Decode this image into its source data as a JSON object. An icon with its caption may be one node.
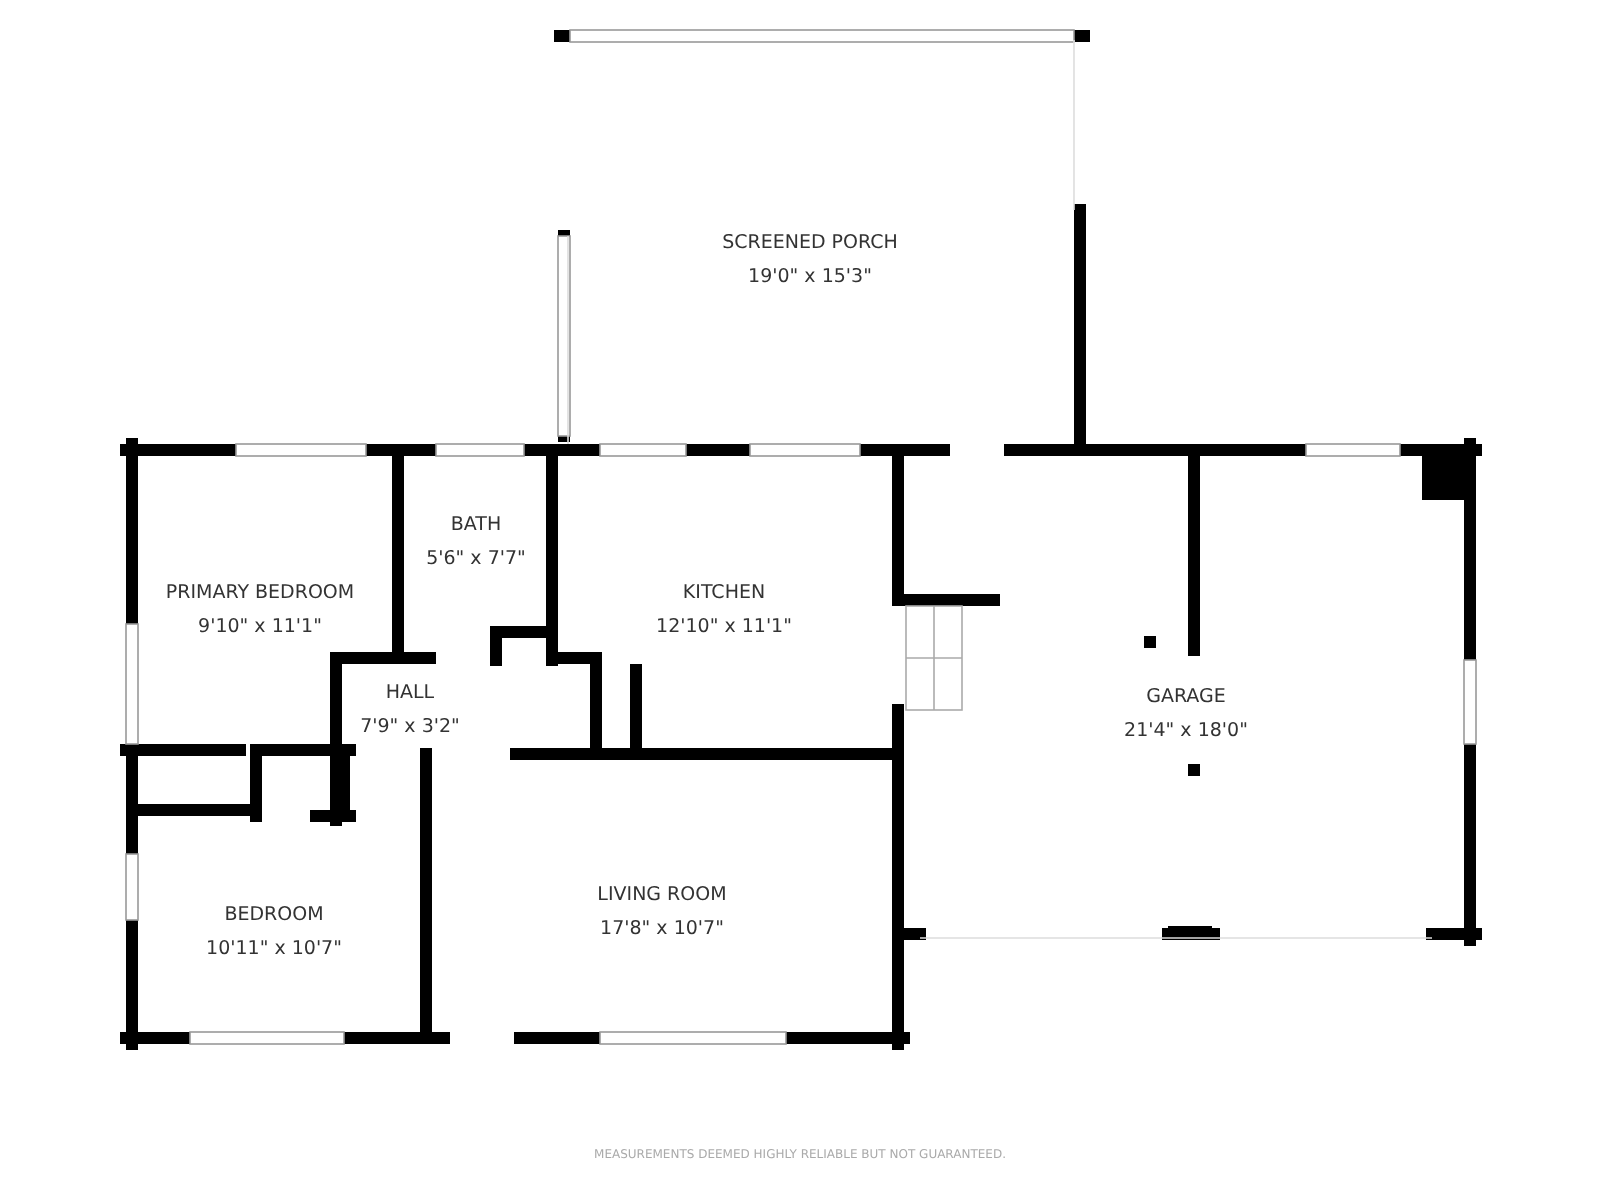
{
  "diagram": {
    "nodes": [
      {
        "text": [
          "SCREENED PORCH",
          "19'0\" x 15'3\""
        ]
      },
      {
        "text": [
          "PRIMARY BEDROOM",
          "9'10\" x 11'1\""
        ]
      },
      {
        "text": [
          "BATH",
          "5'6\" x 7'7\""
        ]
      },
      {
        "text": [
          "KITCHEN",
          "12'10\" x 11'1\""
        ]
      },
      {
        "text": [
          "HALL",
          "7'9\" x 3'2\""
        ]
      },
      {
        "text": [
          "GARAGE",
          "21'4\" x 18'0\""
        ]
      },
      {
        "text": [
          "BEDROOM",
          "10'11\" x 10'7\""
        ]
      },
      {
        "text": [
          "LIVING ROOM",
          "17'8\" x 10'7\""
        ]
      }
    ],
    "labels": [
      "MEASUREMENTS DEEMED HIGHLY RELIABLE BUT NOT GUARANTEED."
    ]
  }
}
